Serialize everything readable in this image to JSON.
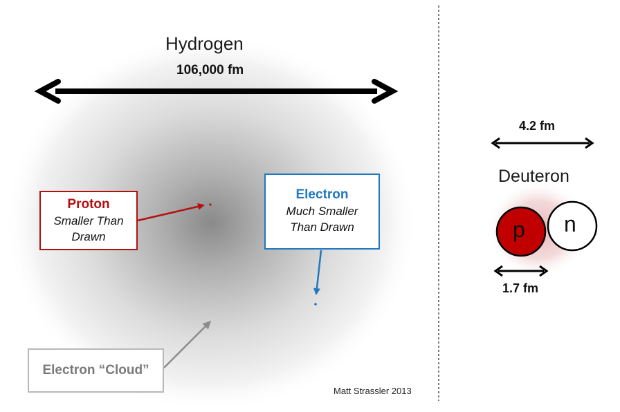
{
  "hydrogen": {
    "title": "Hydrogen",
    "size_label": "106,000 fm"
  },
  "proton_box": {
    "heading": "Proton",
    "line1": "Smaller Than",
    "line2": "Drawn",
    "color": "#b40f0f"
  },
  "electron_box": {
    "heading": "Electron",
    "line1": "Much Smaller",
    "line2": "Than Drawn",
    "color": "#1f78c0"
  },
  "cloud_box": {
    "label": "Electron “Cloud”",
    "color": "#8c8c8c"
  },
  "deuteron": {
    "title": "Deuteron",
    "size_label": "4.2 fm",
    "nucleon_size_label": "1.7 fm",
    "proton_symbol": "p",
    "neutron_symbol": "n",
    "proton_color": "#c00000"
  },
  "credit": "Matt Strassler 2013"
}
